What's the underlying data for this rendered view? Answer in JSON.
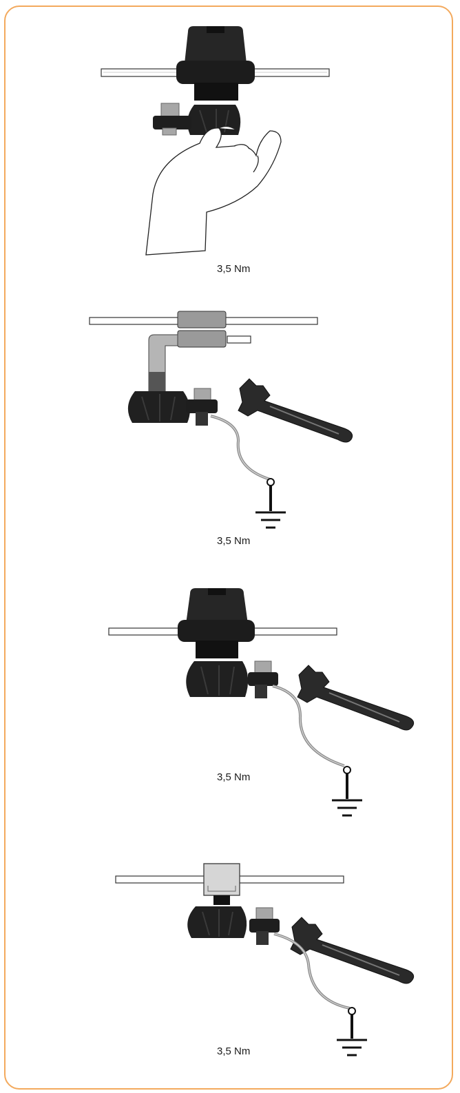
{
  "colors": {
    "frame": "#f3a95c",
    "dark": "#1c1c1c",
    "metal": "#a7a7a7",
    "cable": "#8a8a8a"
  },
  "steps": [
    {
      "torque_label": "3,5 Nm",
      "tool": "hand",
      "clamp": "insulator-cap",
      "ground": false
    },
    {
      "torque_label": "3,5 Nm",
      "tool": "wrench",
      "clamp": "metal-bracket",
      "ground": true
    },
    {
      "torque_label": "3,5 Nm",
      "tool": "wrench",
      "clamp": "insulator-cap",
      "ground": true
    },
    {
      "torque_label": "3,5 Nm",
      "tool": "wrench",
      "clamp": "grey-block",
      "ground": true
    }
  ]
}
